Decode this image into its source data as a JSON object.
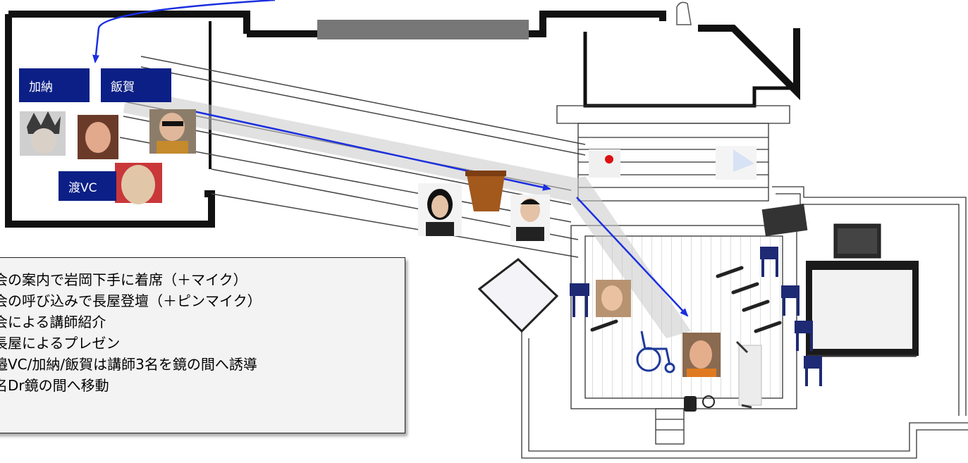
{
  "labels": {
    "kanou": "加納",
    "iiga": "飯賀",
    "watari": "渡VC"
  },
  "notes": [
    "会の案内で岩岡下手に着席（＋マイク）",
    "会の呼び込みで長屋登壇（＋ピンマイク）",
    "会による講師紹介",
    "長屋によるプレゼン",
    "邉VC/加納/飯賀は講師3名を鏡の間へ誘導",
    "名Dr鏡の間へ移動"
  ],
  "colors": {
    "label_bg": "#0b1f86",
    "arrow": "#1b2fe0",
    "wall": "#111111",
    "notes_bg": "#f3f3f3"
  },
  "icons": [
    "crown-portrait",
    "woman-portrait",
    "sunglasses-portrait",
    "bald-man-portrait",
    "businesswoman-portrait",
    "businessman-portrait",
    "lectern-icon",
    "flag-japan-icon",
    "flag-banner-icon",
    "mixer-icon",
    "amplifier-icon",
    "projection-screen-icon",
    "chair-icon",
    "microphone-icon",
    "wheelchair-icon",
    "reflector-board-icon",
    "pin-mic-icon",
    "mic-stand-icon",
    "partition-panel-icon"
  ]
}
